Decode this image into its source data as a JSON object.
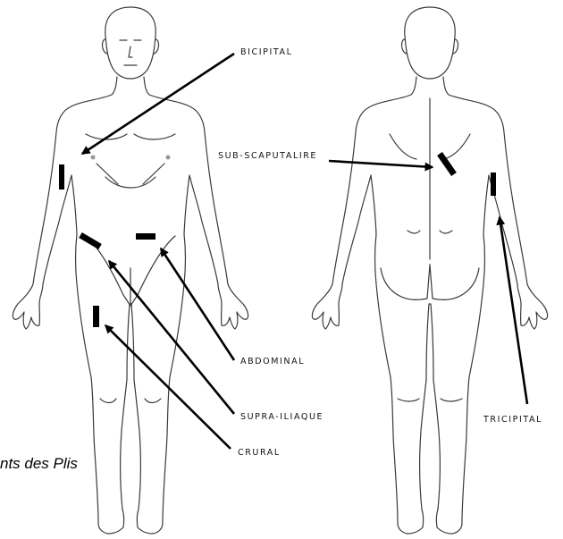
{
  "labels": {
    "bicipital": "BICIPITAL",
    "sub_scapulaire": "SUB-SCAPUTALIRE",
    "abdominal": "ABDOMINAL",
    "supra_iliaque": "SUPRA-ILIAQUE",
    "crural": "CRURAL",
    "tricipital": "TRICIPITAL"
  },
  "caption": "nts des Plis",
  "colors": {
    "line": "#000000",
    "body_outline": "#3a3a3a",
    "background": "#ffffff"
  }
}
